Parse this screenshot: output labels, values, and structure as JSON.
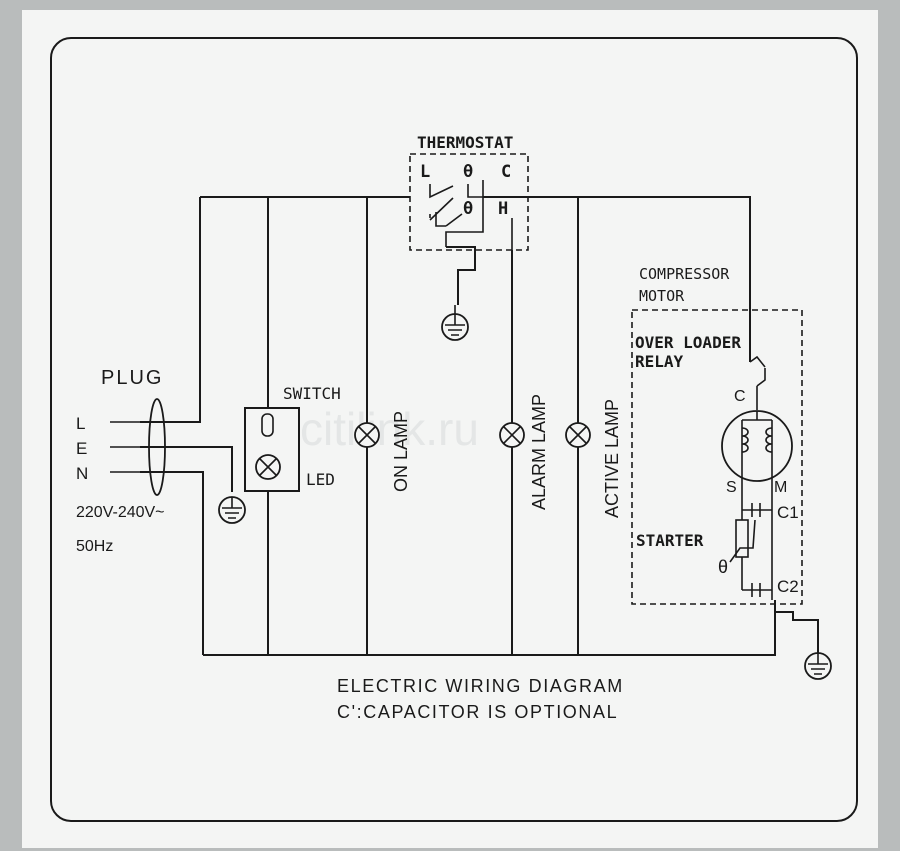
{
  "diagram": {
    "plug": {
      "title": "PLUG",
      "lines": [
        "L",
        "E",
        "N"
      ],
      "voltage": "220V-240V~",
      "frequency": "50Hz"
    },
    "thermostat": {
      "title": "THERMOSTAT",
      "terminals": {
        "l": "L",
        "theta_top": "θ",
        "c": "C",
        "theta_mid": "θ",
        "h": "H"
      }
    },
    "switch": {
      "label": "SWITCH",
      "led": "LED"
    },
    "lamps": {
      "on": "ON LAMP",
      "alarm": "ALARM LAMP",
      "active": "ACTIVE LAMP"
    },
    "compressor": {
      "title_line1": "COMPRESSOR",
      "title_line2": "MOTOR",
      "relay_line1": "OVER LOADER",
      "relay_line2": "RELAY",
      "c": "C",
      "s": "S",
      "m": "M",
      "c1": "C1",
      "c2": "C2",
      "starter": "STARTER",
      "theta": "θ"
    },
    "caption": {
      "line1": "ELECTRIC WIRING DIAGRAM",
      "line2": "C':CAPACITOR IS OPTIONAL"
    },
    "watermark": "citilink.ru"
  }
}
